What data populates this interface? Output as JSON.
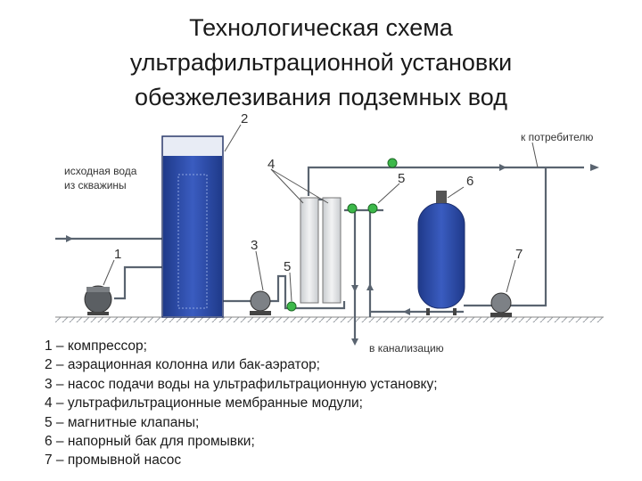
{
  "title": {
    "lines": [
      "Технологическая схема",
      "ультрафильтрационной установки",
      "обезжелезивания подземных вод"
    ]
  },
  "diagram": {
    "labels": {
      "source_water_1": "исходная вода",
      "source_water_2": "из скважины",
      "to_consumer": "к потребителю",
      "to_sewer": "в канализацию"
    },
    "numbers": {
      "compressor": "1",
      "aeration_column": "2",
      "feed_pump": "3",
      "membrane_modules": "4",
      "valve_top": "5",
      "valve_bottom": "5",
      "pressure_tank": "6",
      "flush_pump": "7"
    },
    "colors": {
      "tank_blue": "#2e50a8",
      "pipe": "#5a6470",
      "valve_green": "#3cb84a",
      "module_gray": "#e0e3e6"
    }
  },
  "legend": {
    "items": [
      "1 – компрессор;",
      "2 – аэрационная колонна или бак-аэратор;",
      "3 – насос подачи воды на ультрафильтрационную  установку;",
      "4 – ультрафильтрационные мембранные модули;",
      "5 – магнитные клапаны;",
      "6 – напорный бак для промывки;",
      "7 – промывной насос"
    ]
  }
}
